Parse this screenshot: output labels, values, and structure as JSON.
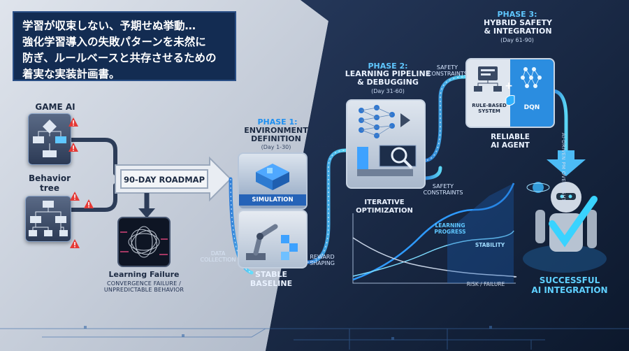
{
  "headline": "学習が収束しない、予期せぬ挙動…\n強化学習導入の失敗パターンを未然に\n防ぎ、ルールベースと共存させるための\n着実な実装計画書。",
  "left": {
    "game_ai": "GAME AI",
    "behavior_tree": "Behavior\ntree",
    "roadmap": "90-DAY ROADMAP",
    "failure_title": "Learning Failure",
    "failure_sub": "CONVERGENCE FAILURE /\nUNPREDICTABLE BEHAVIOR"
  },
  "phase1": {
    "phase": "PHASE 1:",
    "title": "ENVIRONMENT\nDEFINITION",
    "days": "(Day 1-30)",
    "simulation": "SIMULATION",
    "data_collection_top": "DATA\nCOLLECTION",
    "data_collection_left": "DATA\nCOLLECTION",
    "reward_shaping": "REWARD\nSHAPING",
    "stable_baseline": "STABLE\nBASELINE"
  },
  "phase2": {
    "phase": "PHASE 2:",
    "title": "LEARNING PIPELINE\n& DEBUGGING",
    "days": "(Day 31-60)",
    "iterative": "ITERATIVE\nOPTIMIZATION",
    "safety_top": "SAFETY\nCONSTRAINTS",
    "safety_bottom": "SAFETY\nCONSTRAINTS"
  },
  "phase3": {
    "phase": "PHASE 3:",
    "title": "HYBRID SAFETY\n& INTEGRATION",
    "days": "(Day 61-90)",
    "rule_based": "RULE-BASED\nSYSTEM",
    "dqn": "DQN",
    "reliable": "RELIABLE\nAI AGENT",
    "oversight": "AI-DRIVEN PM OVERSIGHT"
  },
  "chart": {
    "learning_progress": "LEARNING\nPROGRESS",
    "stability": "STABILITY",
    "risk": "RISK / FAILURE"
  },
  "result": {
    "text": "SUCCESSFUL\nAI INTEGRATION"
  },
  "colors": {
    "accent": "#1e8ff0",
    "glow": "#38c8ff",
    "warning": "#e53935",
    "dark_bg": "#101d34"
  }
}
